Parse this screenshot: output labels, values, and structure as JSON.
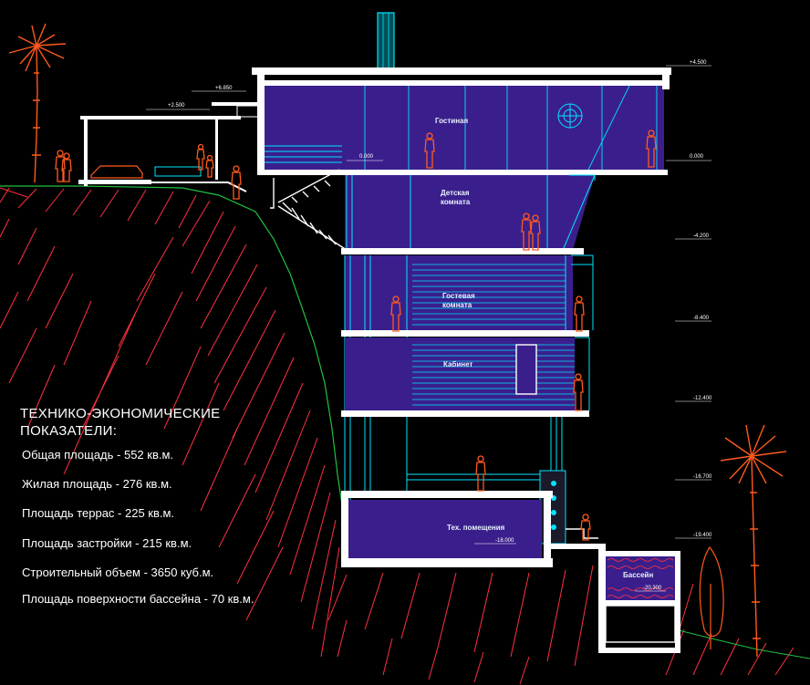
{
  "colors": {
    "background": "#000000",
    "interior": "#3a1f8c",
    "structure": "#ffffff",
    "cyan_lines": "#00e5ff",
    "people_and_trees": "#ff5a1e",
    "terrain": "#ff3040",
    "ground_line": "#20c040"
  },
  "levels": {
    "top": "+4.500",
    "roof_small": "+6.850",
    "carport": "+2.500",
    "entry": "0.000",
    "right_zero": "0.000",
    "l1": "-4.200",
    "l2": "-8.400",
    "l3": "-12.400",
    "l4": "-16.700",
    "pool_top": "-19.400",
    "tech": "-18.000",
    "pool_bottom": "-20.300"
  },
  "rooms": {
    "living": "Гостиная",
    "children_line1": "Детская",
    "children_line2": "комната",
    "guest_line1": "Гостевая",
    "guest_line2": "комната",
    "cabinet": "Кабинет",
    "tech": "Тех. помещения",
    "pool": "Бассейн"
  },
  "indicators": {
    "heading_line1": "ТЕХНИКО-ЭКОНОМИЧЕСКИЕ",
    "heading_line2": "ПОКАЗАТЕЛИ:",
    "items": [
      "Общая площадь - 552 кв.м.",
      "Жилая площадь - 276 кв.м.",
      "Площадь террас - 225 кв.м.",
      "Площадь застройки - 215 кв.м.",
      "Строительный объем - 3650 куб.м.",
      "Площадь поверхности бассейна - 70 кв.м."
    ]
  }
}
